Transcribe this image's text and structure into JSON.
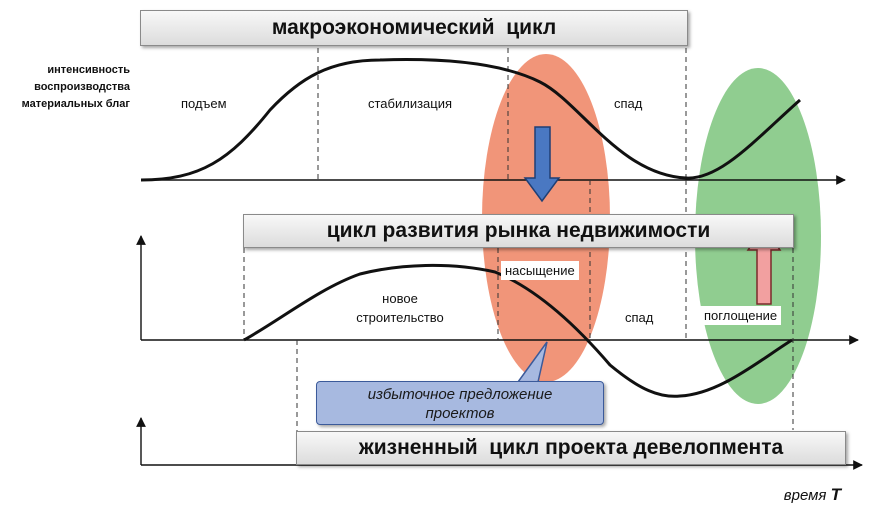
{
  "banners": {
    "macro": "макроэкономический  цикл",
    "market": "цикл развития рынка недвижимости",
    "project": "жизненный  цикл проекта девелопмента"
  },
  "y_axis_label": "интенсивность воспроизводства материальных благ",
  "macro_phases": {
    "rise": "подъем",
    "stabilization": "стабилизация",
    "decline": "спад"
  },
  "market_phases": {
    "new_construction": "новое\nстроительство",
    "saturation": "насыщение",
    "decline": "спад",
    "absorption": "поглощение"
  },
  "callout": "избыточное предложение\nпроектов",
  "x_axis": {
    "title": "время",
    "symbol": "T"
  },
  "colors": {
    "saturation_zone": "#f08a6a",
    "absorption_zone": "#7cc47c",
    "down_arrow": "#4a78c2",
    "up_arrow": "#f2a0a0",
    "callout_fill": "#a7b9e0"
  }
}
